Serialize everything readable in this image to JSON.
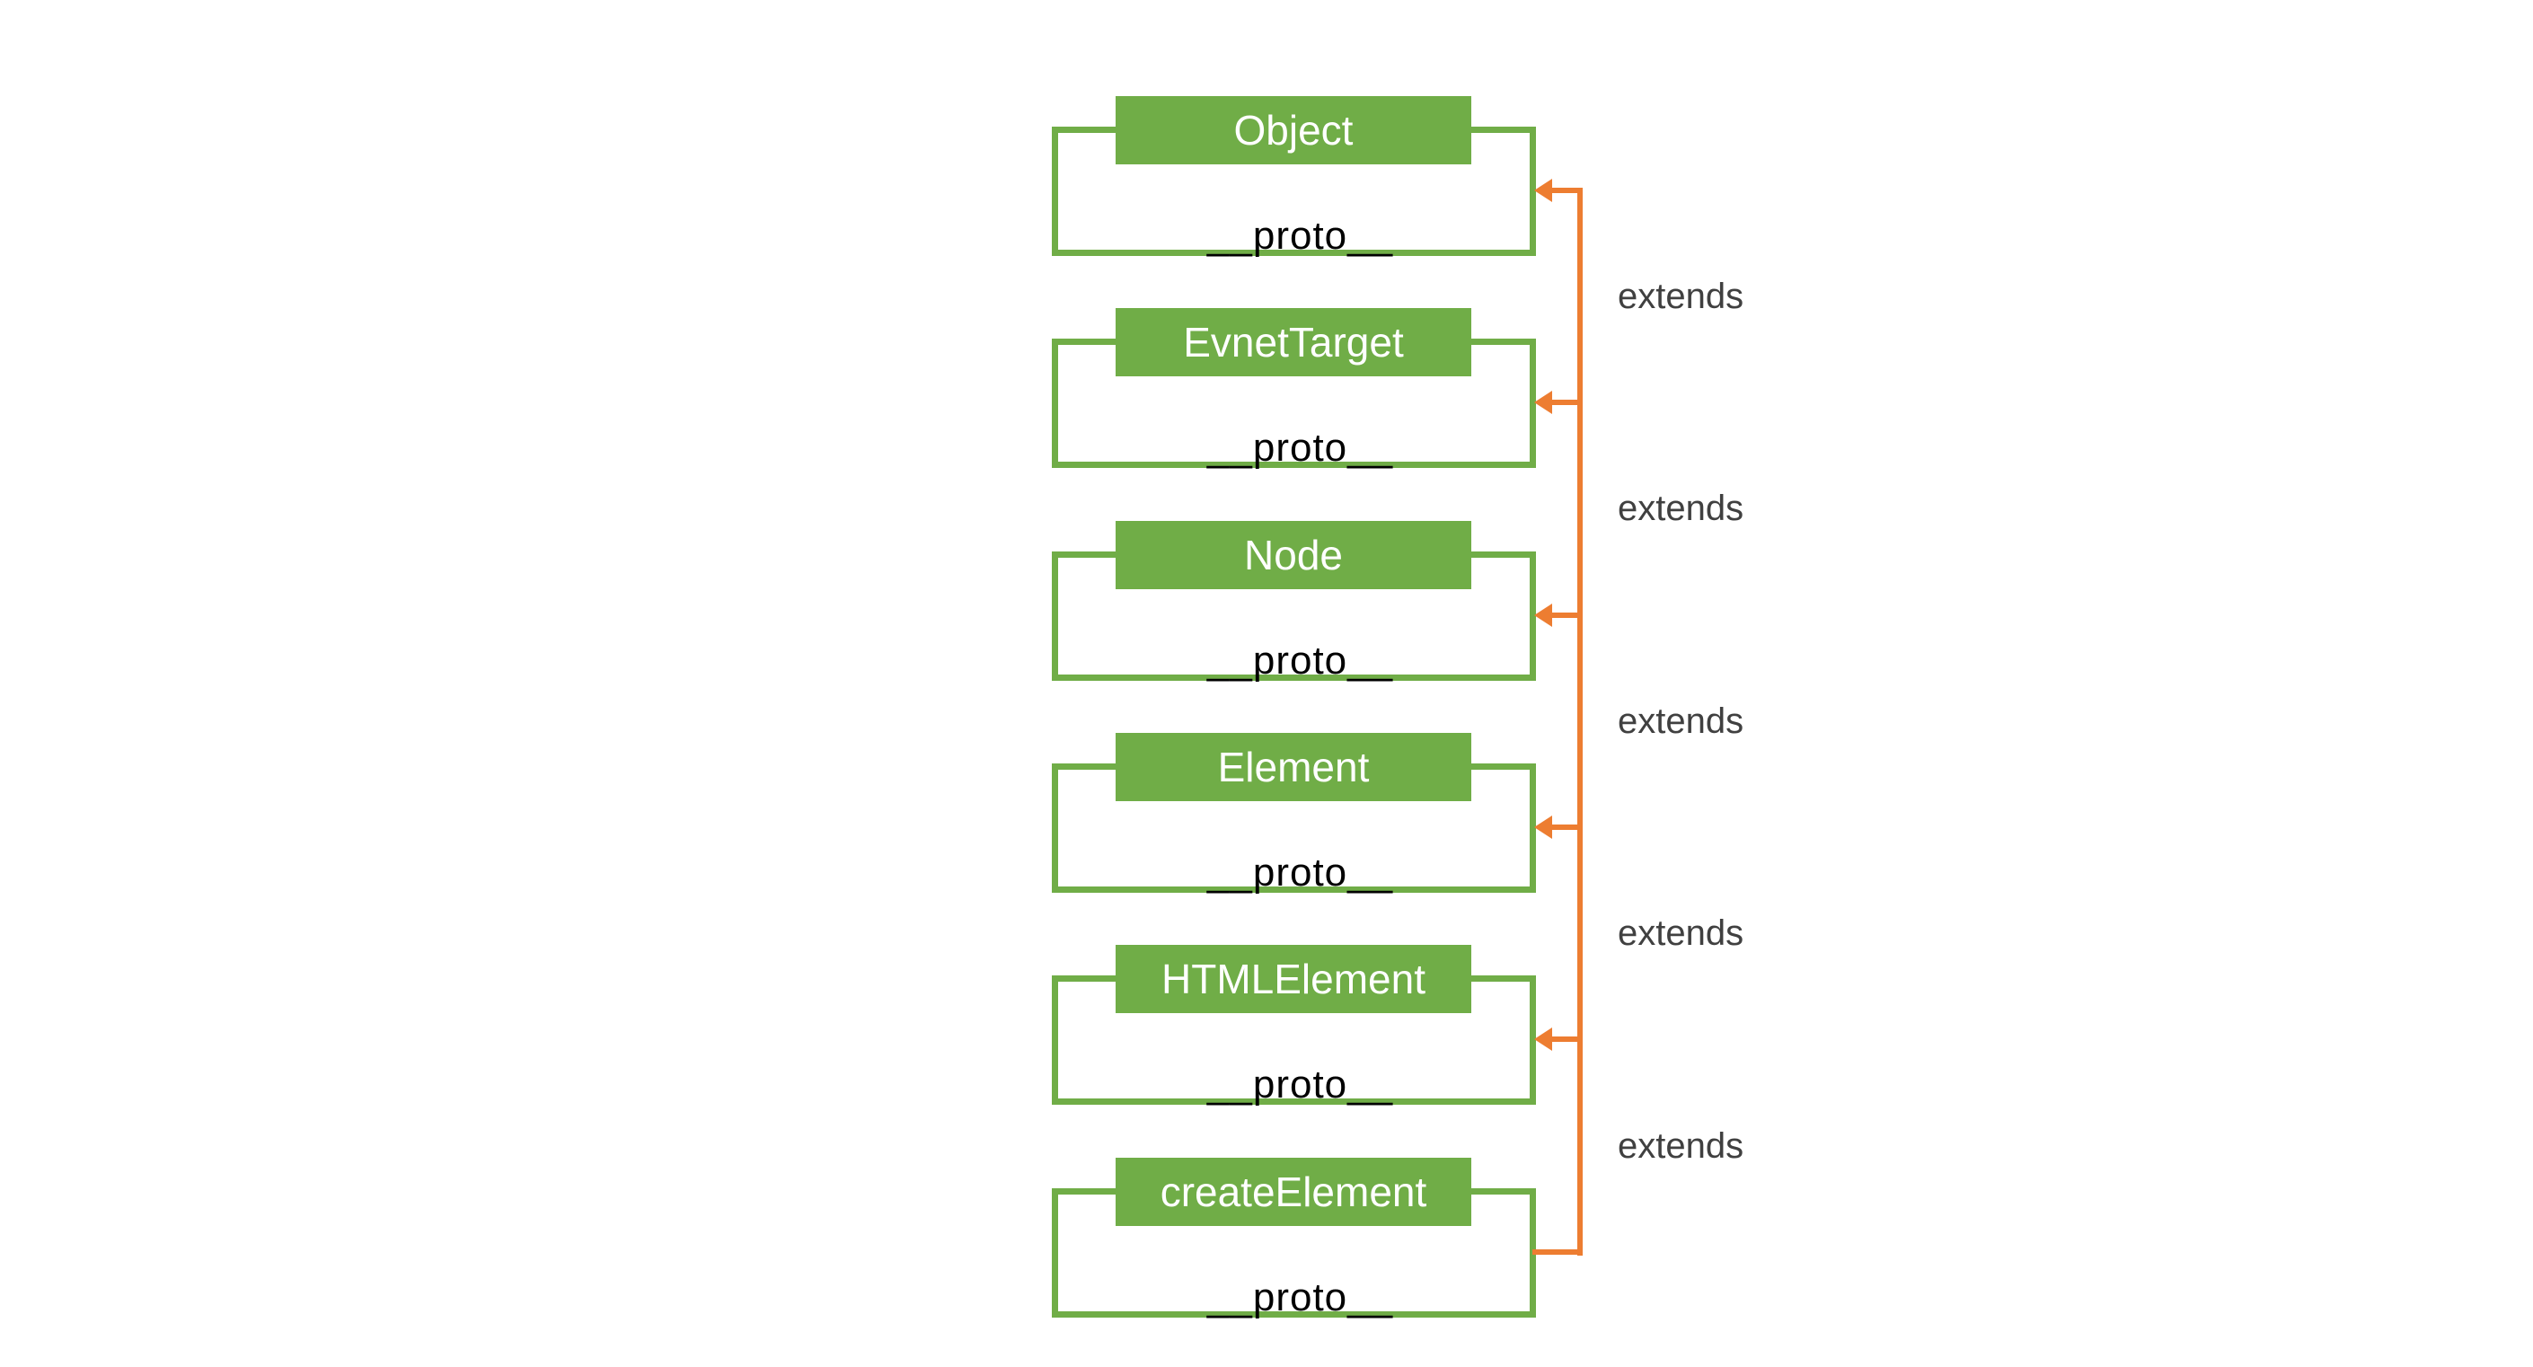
{
  "diagram": {
    "description": "JavaScript prototype chain diagram",
    "proto_label": "__proto__",
    "relation_label": "extends",
    "nodes": [
      {
        "title": "Object"
      },
      {
        "title": "EvnetTarget"
      },
      {
        "title": "Node"
      },
      {
        "title": "Element"
      },
      {
        "title": "HTMLElement"
      },
      {
        "title": "createElement"
      }
    ],
    "colors": {
      "node_green": "#70AD47",
      "arrow_orange": "#ED7D31",
      "label_gray": "#404040",
      "proto_text": "#000000",
      "header_text": "#ffffff",
      "background": "#ffffff"
    }
  }
}
